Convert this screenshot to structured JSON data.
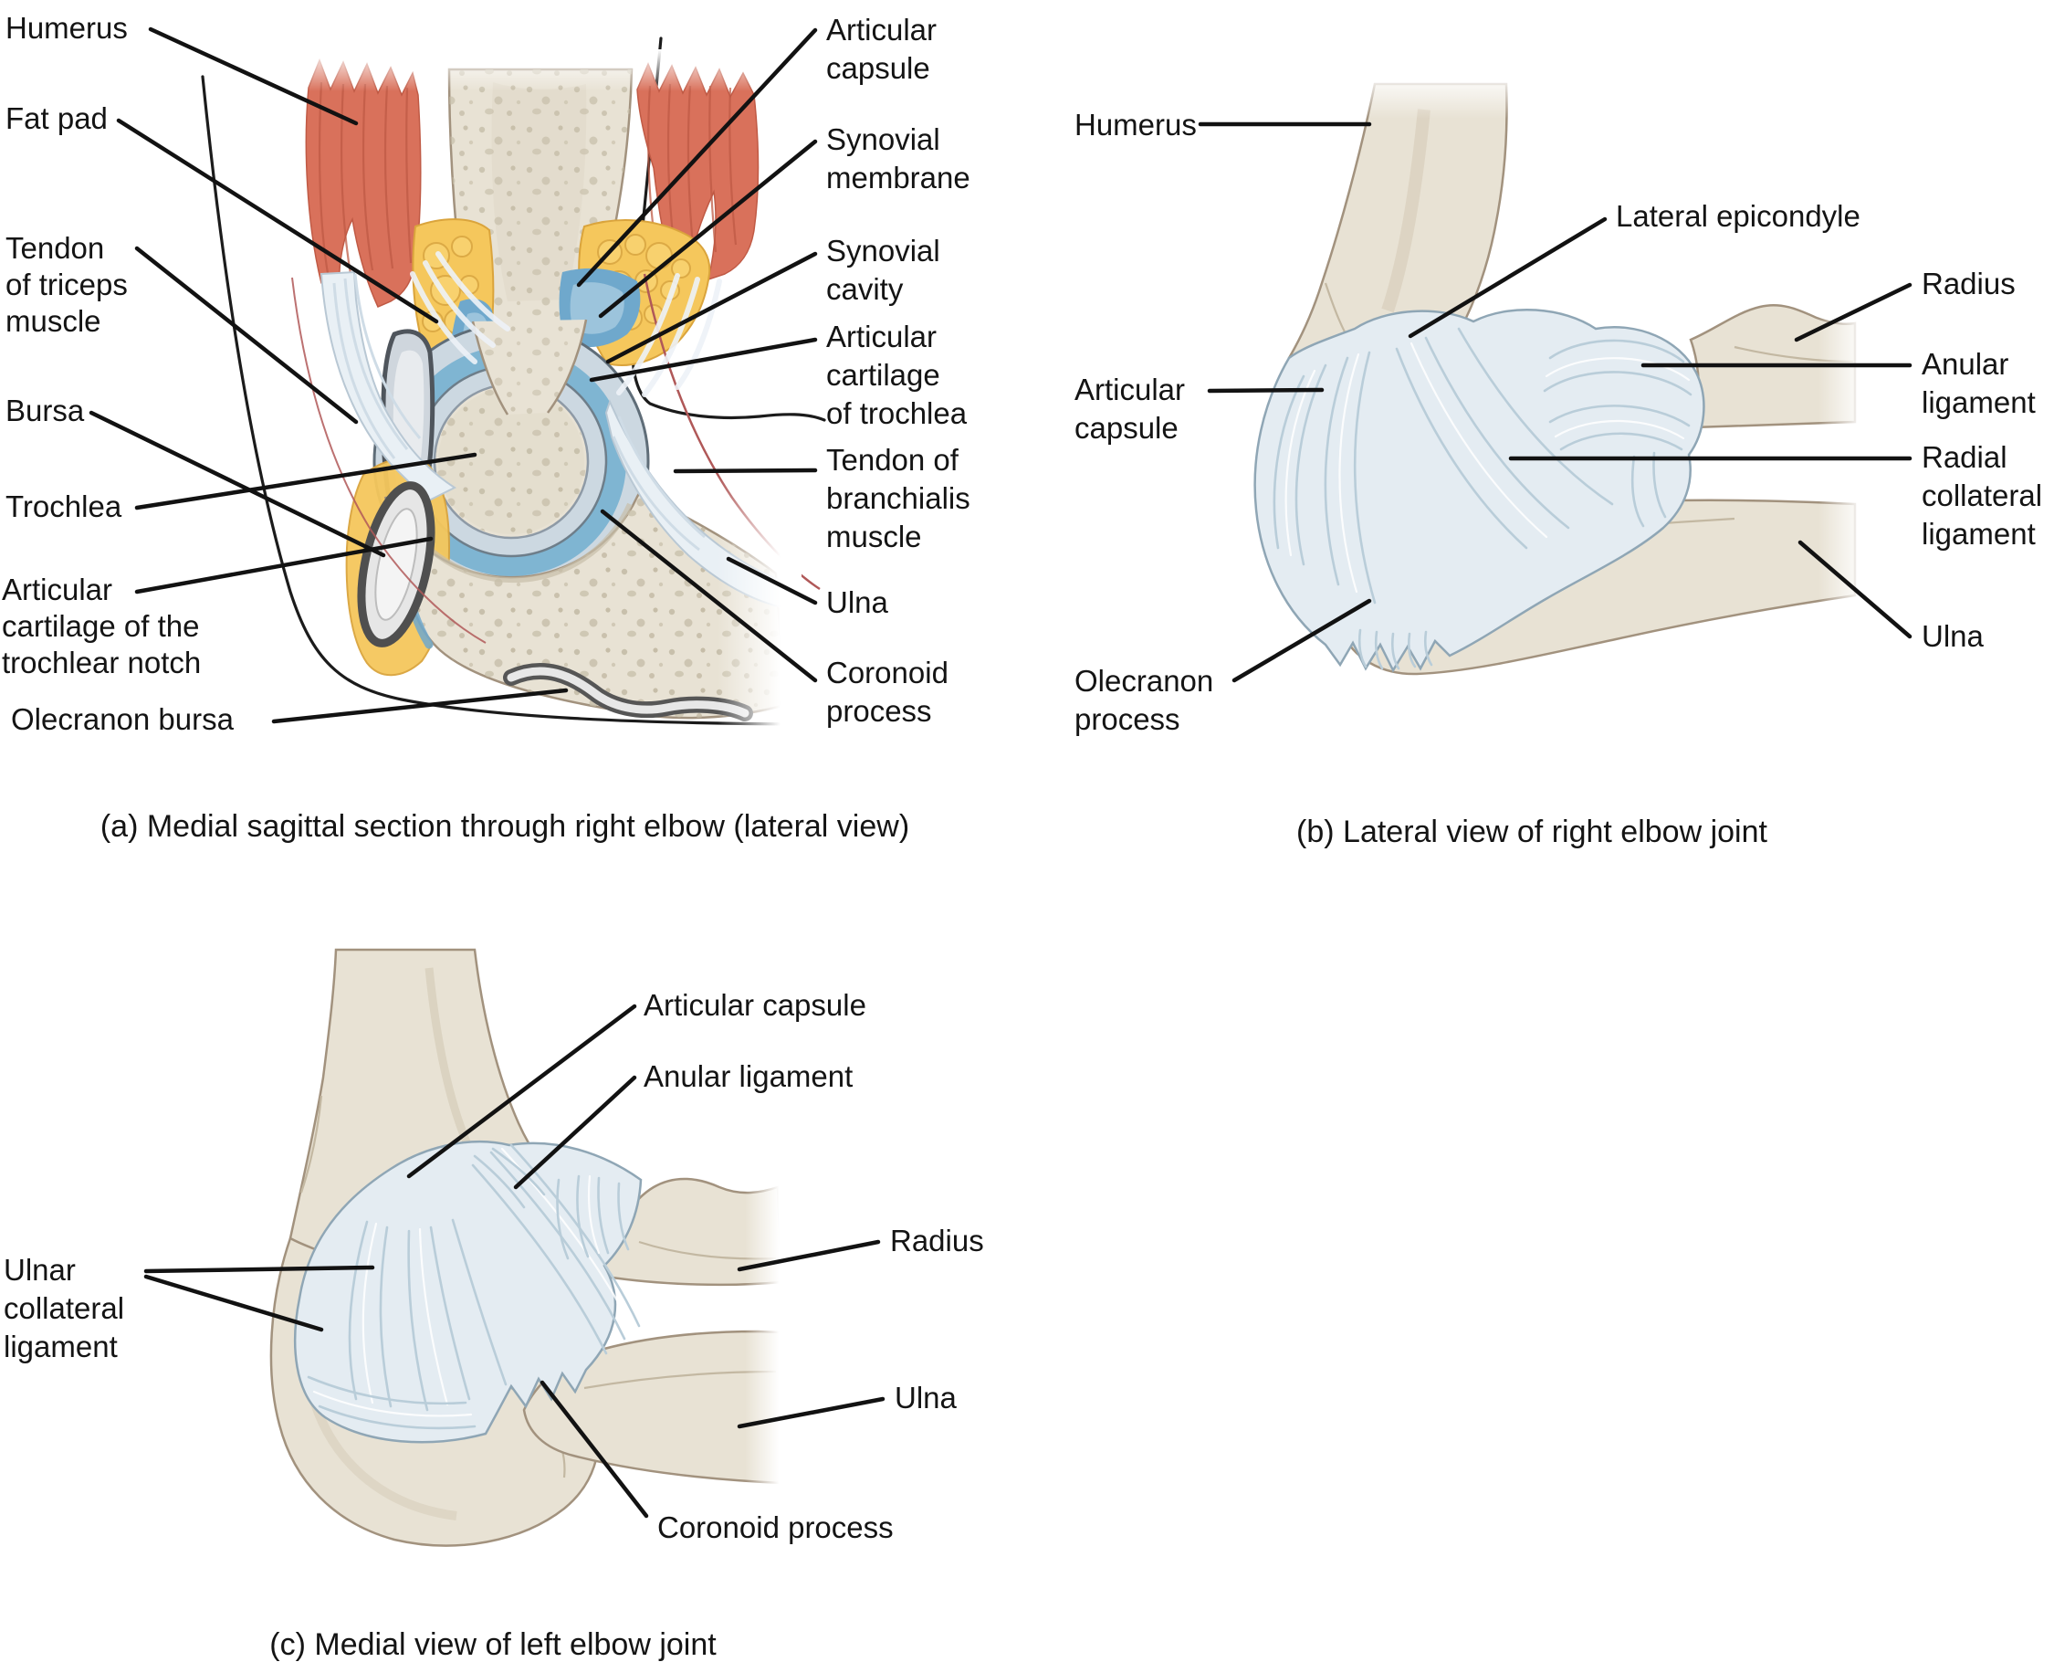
{
  "figure_type": "anatomical-diagram",
  "subject": "elbow joint",
  "panels": {
    "a": {
      "caption": "(a) Medial sagittal section through right elbow (lateral view)",
      "labels": {
        "humerus": [
          "Humerus"
        ],
        "fat_pad": [
          "Fat pad"
        ],
        "tendon_of_triceps_muscle": [
          "Tendon",
          "of triceps",
          "muscle"
        ],
        "bursa": [
          "Bursa"
        ],
        "trochlea": [
          "Trochlea"
        ],
        "articular_cartilage_of_the_trochlear_notch": [
          "Articular",
          "cartilage of the",
          "trochlear notch"
        ],
        "olecranon_bursa": [
          "Olecranon bursa"
        ],
        "articular_capsule": [
          "Articular",
          "capsule"
        ],
        "synovial_membrane": [
          "Synovial",
          "membrane"
        ],
        "synovial_cavity": [
          "Synovial",
          "cavity"
        ],
        "articular_cartilage_of_trochlea": [
          "Articular",
          "cartilage",
          "of trochlea"
        ],
        "tendon_of_branchialis_muscle": [
          "Tendon of",
          "branchialis",
          "muscle"
        ],
        "ulna": [
          "Ulna"
        ],
        "coronoid_process": [
          "Coronoid",
          "process"
        ]
      }
    },
    "b": {
      "caption": "(b) Lateral view of right elbow joint",
      "labels": {
        "humerus": [
          "Humerus"
        ],
        "lateral_epicondyle": [
          "Lateral epicondyle"
        ],
        "articular_capsule": [
          "Articular",
          "capsule"
        ],
        "olecranon_process": [
          "Olecranon",
          "process"
        ],
        "radius": [
          "Radius"
        ],
        "anular_ligament": [
          "Anular",
          "ligament"
        ],
        "radial_collateral_ligament": [
          "Radial",
          "collateral",
          "ligament"
        ],
        "ulna": [
          "Ulna"
        ]
      }
    },
    "c": {
      "caption": "(c) Medial view of left elbow joint",
      "labels": {
        "articular_capsule": [
          "Articular capsule"
        ],
        "anular_ligament": [
          "Anular ligament"
        ],
        "radius": [
          "Radius"
        ],
        "ulna": [
          "Ulna"
        ],
        "ulnar_collateral_ligament": [
          "Ulnar",
          "collateral",
          "ligament"
        ],
        "coronoid_process": [
          "Coronoid process"
        ]
      }
    }
  },
  "colors": {
    "bone": "#e8e2d4",
    "bone_outline": "#a2927e",
    "muscle_red": "#d9715b",
    "fat_yellow": "#f5c75c",
    "synovial_blue": "#6fa8cc",
    "cartilage_gray": "#ccd8e1",
    "ligament_pale": "#e4ecf2",
    "leader_line": "#121212"
  }
}
